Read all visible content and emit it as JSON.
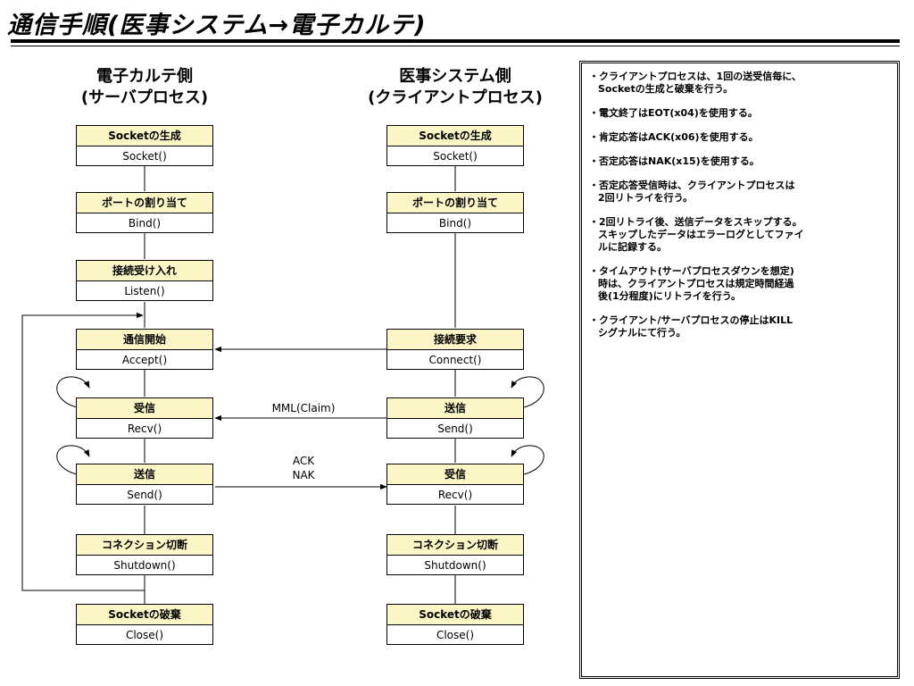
{
  "title": "通信手順(医事システム→電子カルテ)",
  "server": {
    "heading_line1": "電子カルテ側",
    "heading_line2": "(サーバプロセス)",
    "steps": [
      {
        "label": "Socketの生成",
        "func": "Socket()"
      },
      {
        "label": "ポートの割り当て",
        "func": "Bind()"
      },
      {
        "label": "接続受け入れ",
        "func": "Listen()"
      },
      {
        "label": "通信開始",
        "func": "Accept()"
      },
      {
        "label": "受信",
        "func": "Recv()"
      },
      {
        "label": "送信",
        "func": "Send()"
      },
      {
        "label": "コネクション切断",
        "func": "Shutdown()"
      },
      {
        "label": "Socketの破棄",
        "func": "Close()"
      }
    ]
  },
  "client": {
    "heading_line1": "医事システム側",
    "heading_line2": "(クライアントプロセス)",
    "steps": [
      {
        "label": "Socketの生成",
        "func": "Socket()"
      },
      {
        "label": "ポートの割り当て",
        "func": "Bind()"
      },
      {
        "label": "接続要求",
        "func": "Connect()"
      },
      {
        "label": "送信",
        "func": "Send()"
      },
      {
        "label": "受信",
        "func": "Recv()"
      },
      {
        "label": "コネクション切断",
        "func": "Shutdown()"
      },
      {
        "label": "Socketの破棄",
        "func": "Close()"
      }
    ]
  },
  "messages": {
    "claim": "MML(Claim)",
    "ack": "ACK",
    "nak": "NAK"
  },
  "notes": [
    "・クライアントプロセスは、1回の送受信毎に、\nSocketの生成と破棄を行う。",
    "・電文終了はEOT(x04)を使用する。",
    "・肯定応答はACK(x06)を使用する。",
    "・否定応答はNAK(x15)を使用する。",
    "・否定応答受信時は、クライアントプロセスは\n2回リトライを行う。",
    "・2回リトライ後、送信データをスキップする。\nスキップしたデータはエラーログとしてファイ\nルに記録する。",
    "・タイムアウト(サーバプロセスダウンを想定)\n時は、クライアントプロセスは規定時間経過\n後(1分程度)にリトライを行う。",
    "・クライアント/サーバプロセスの停止はKILL\nシグナルにて行う。"
  ]
}
